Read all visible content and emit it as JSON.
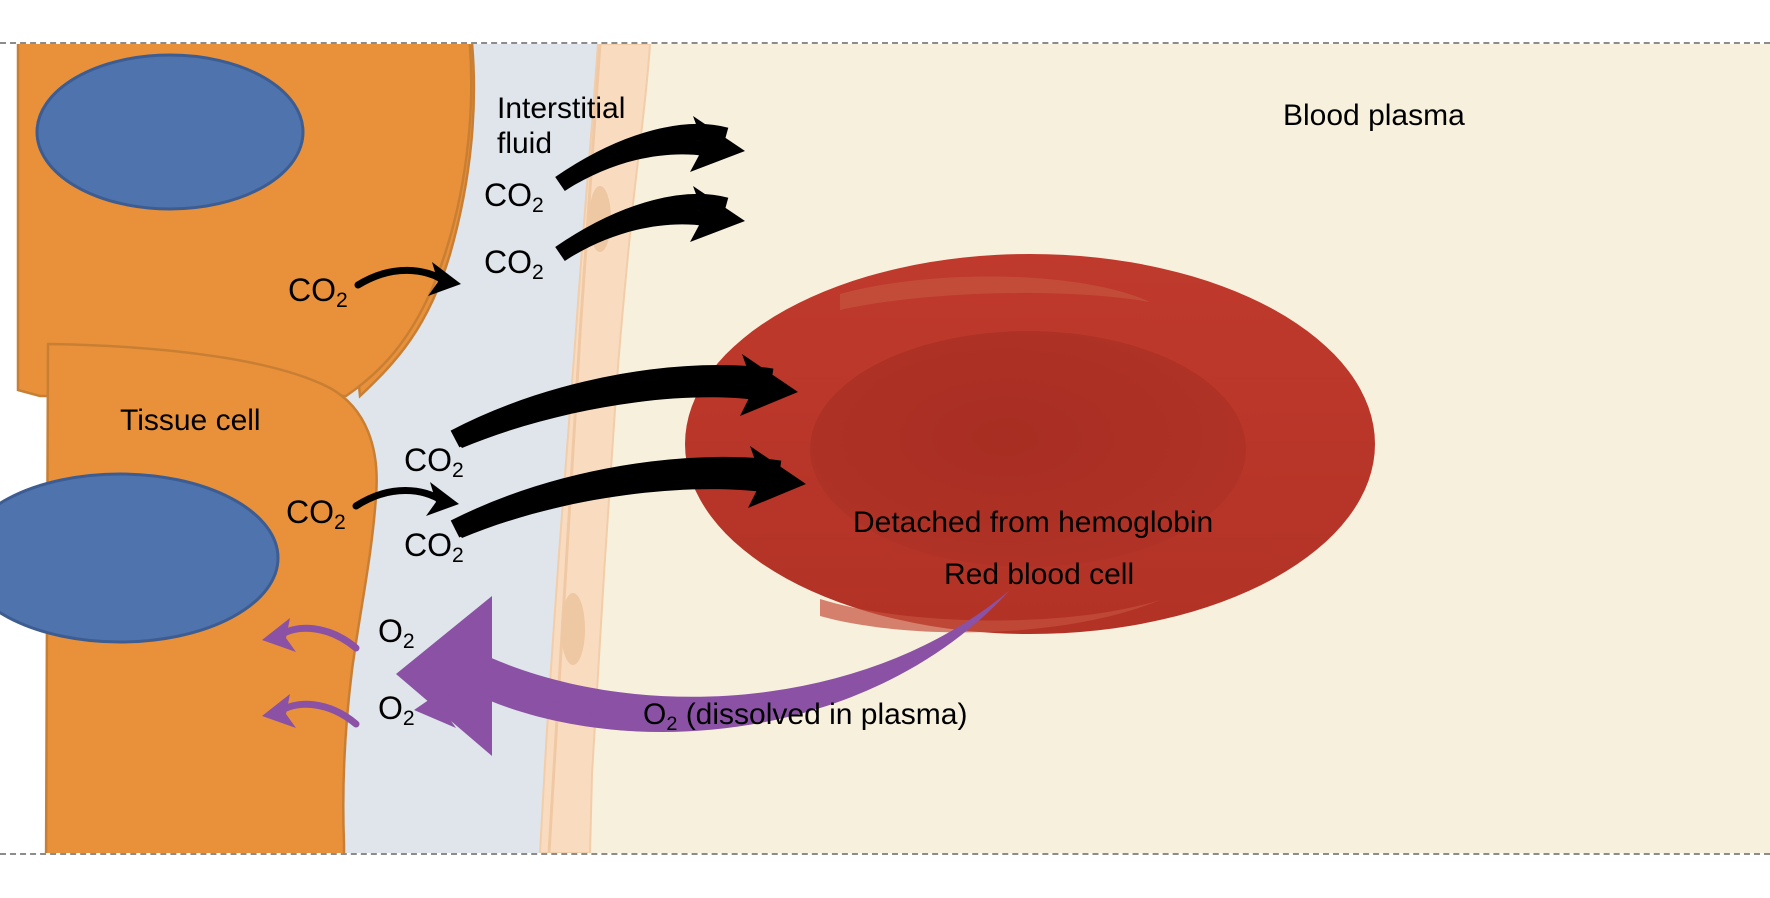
{
  "figure": {
    "title": "Gas exchange between tissue cells and a red blood cell in a systemic capillary",
    "type": "biology-diagram"
  },
  "regions": {
    "tissue_cell_label": "Tissue cell",
    "interstitial_fluid_label_line1": "Interstitial",
    "interstitial_fluid_label_line2": "fluid",
    "blood_plasma_label": "Blood plasma",
    "red_blood_cell_label": "Red blood cell",
    "detached_from_hemoglobin_label": "Detached from hemoglobin",
    "o2_dissolved_label_prefix": "O",
    "o2_dissolved_label_sub": "2",
    "o2_dissolved_label_suffix": " (dissolved in plasma)"
  },
  "molecules": [
    {
      "id": "co2-cell-1",
      "formula": "CO",
      "sub": "2",
      "compartment": "tissue cell"
    },
    {
      "id": "co2-if-1",
      "formula": "CO",
      "sub": "2",
      "compartment": "interstitial fluid"
    },
    {
      "id": "co2-if-2",
      "formula": "CO",
      "sub": "2",
      "compartment": "interstitial fluid"
    },
    {
      "id": "co2-if-3",
      "formula": "CO",
      "sub": "2",
      "compartment": "interstitial fluid"
    },
    {
      "id": "co2-cell-2",
      "formula": "CO",
      "sub": "2",
      "compartment": "tissue cell"
    },
    {
      "id": "co2-if-4",
      "formula": "CO",
      "sub": "2",
      "compartment": "interstitial fluid"
    },
    {
      "id": "o2-if-1",
      "formula": "O",
      "sub": "2",
      "compartment": "interstitial fluid"
    },
    {
      "id": "o2-if-2",
      "formula": "O",
      "sub": "2",
      "compartment": "interstitial fluid"
    }
  ],
  "arrows": [
    {
      "id": "co2-out-of-cell-upper",
      "color": "#000000",
      "direction": "tissue cell to interstitial fluid",
      "style": "thin-curved"
    },
    {
      "id": "co2-if-to-plasma-1",
      "color": "#000000",
      "direction": "interstitial fluid to blood plasma",
      "style": "thick-curved"
    },
    {
      "id": "co2-if-to-plasma-2",
      "color": "#000000",
      "direction": "interstitial fluid to blood plasma",
      "style": "thick-curved"
    },
    {
      "id": "co2-out-of-cell-lower",
      "color": "#000000",
      "direction": "tissue cell to interstitial fluid",
      "style": "thin-curved"
    },
    {
      "id": "co2-if-to-rbc-1",
      "color": "#000000",
      "direction": "interstitial fluid to red blood cell",
      "style": "thick-curved"
    },
    {
      "id": "co2-if-to-rbc-2",
      "color": "#000000",
      "direction": "interstitial fluid to red blood cell",
      "style": "thick-curved"
    },
    {
      "id": "o2-rbc-to-if",
      "color": "#8a51a5",
      "direction": "red blood cell to interstitial fluid",
      "style": "thick-curved"
    },
    {
      "id": "o2-if-to-cell-upper",
      "color": "#8a51a5",
      "direction": "interstitial fluid to tissue cell",
      "style": "thin-curved"
    },
    {
      "id": "o2-plasma-to-if",
      "color": "#8a51a5",
      "direction": "blood plasma to interstitial fluid",
      "style": "thin-curved"
    },
    {
      "id": "o2-if-to-cell-lower",
      "color": "#8a51a5",
      "direction": "interstitial fluid to tissue cell",
      "style": "thin-curved"
    }
  ],
  "colors": {
    "background": "#ffffff",
    "tissue_cell_fill": "#e8913a",
    "tissue_cell_stroke": "#c97f33",
    "nucleus_fill": "#4e73ad",
    "nucleus_stroke": "#3d5d92",
    "interstitial_fluid_fill": "#dfe5eb",
    "capillary_wall_fill": "#f9dcc0",
    "capillary_wall_stroke": "#f2cda9",
    "blood_plasma_fill": "#f7f0dd",
    "red_blood_cell_fill": "#b93528",
    "red_blood_cell_dimple": "#ad3024",
    "red_blood_cell_highlight": "#c4503c",
    "co2_arrow": "#000000",
    "o2_arrow": "#8a51a5",
    "label_text": "#000000",
    "crop_guide": "#8c8c8c"
  }
}
